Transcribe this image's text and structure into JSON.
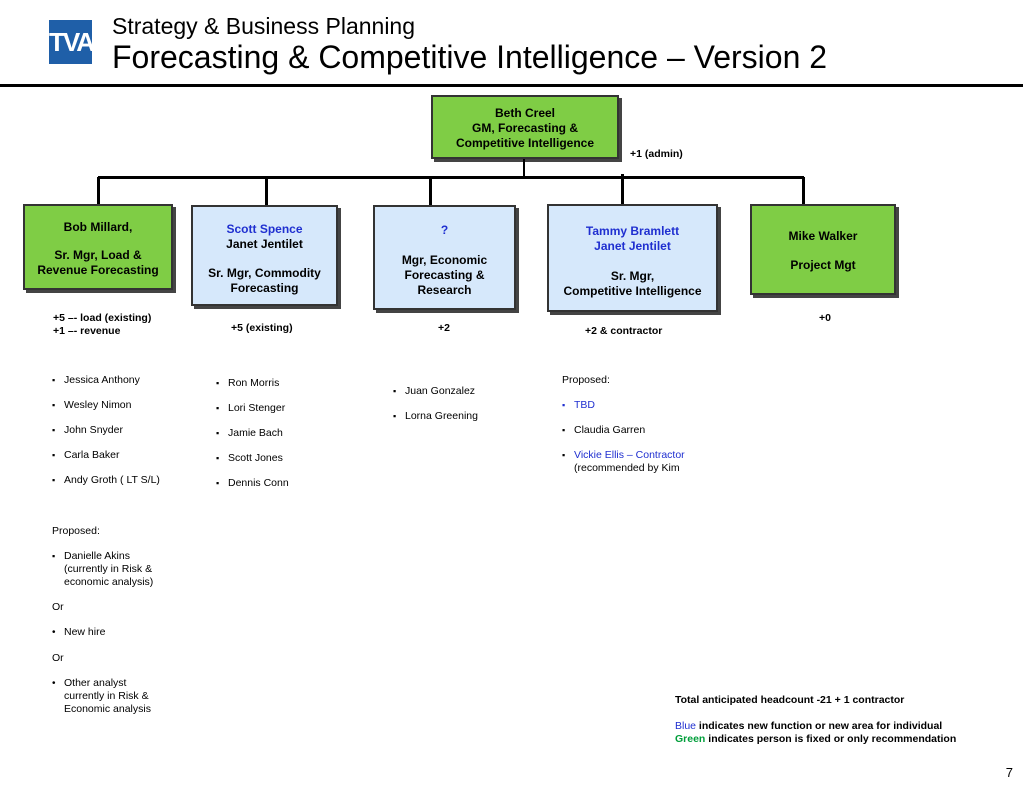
{
  "header": {
    "logo_text": "TVA",
    "title_line1": "Strategy & Business Planning",
    "title_line2": "Forecasting & Competitive Intelligence – Version 2"
  },
  "top": {
    "name": "Beth Creel",
    "role_line1": "GM, Forecasting &",
    "role_line2": "Competitive Intelligence",
    "admin_note": "+1 (admin)"
  },
  "boxes": [
    {
      "line1": "Bob Millard,",
      "line2": "Sr. Mgr, Load &",
      "line3": "Revenue Forecasting"
    },
    {
      "blue_name": "Scott Spence",
      "line1": "Janet Jentilet",
      "line2": "Sr. Mgr, Commodity",
      "line3": "Forecasting"
    },
    {
      "blue_name": "?",
      "line1": "Mgr, Economic",
      "line2": "Forecasting &",
      "line3": "Research"
    },
    {
      "blue_name1": "Tammy Bramlett",
      "blue_name2": "Janet Jentilet",
      "line1": "Sr. Mgr,",
      "line2": "Competitive Intelligence"
    },
    {
      "line1": "Mike Walker",
      "line2": "Project Mgt"
    }
  ],
  "counts": {
    "c1a": "+5 –- load (existing)",
    "c1b": "+1 –- revenue",
    "c2": "+5  (existing)",
    "c3": "+2",
    "c4": "+2  & contractor",
    "c5": "+0"
  },
  "lists": {
    "col1": [
      "Jessica Anthony",
      "Wesley Nimon",
      "John Snyder",
      "Carla Baker",
      "Andy Groth ( LT S/L)"
    ],
    "col1_proposed_label": "Proposed:",
    "col1_proposed": [
      "Danielle Akins",
      "(currently in Risk &",
      "economic analysis)"
    ],
    "col1_or1": "Or",
    "col1_newhire": "New hire",
    "col1_or2": "Or",
    "col1_other": [
      "Other analyst",
      "currently in Risk &",
      "Economic analysis"
    ],
    "col2": [
      "Ron Morris",
      "Lori Stenger",
      "Jamie Bach",
      "Scott Jones",
      "Dennis Conn"
    ],
    "col3": [
      "Juan Gonzalez",
      "Lorna Greening"
    ],
    "col4_label": "Proposed:",
    "col4_tbd": "TBD",
    "col4_claudia": "Claudia Garren",
    "col4_vickie": "Vickie Ellis – Contractor",
    "col4_vickie_note": "(recommended by Kim"
  },
  "footer": {
    "total": "Total  anticipated headcount -21 + 1 contractor",
    "blue_word": "Blue",
    "blue_rest": " indicates new function or new area for individual",
    "green_word": "Green",
    "green_rest": " indicates person is fixed or only recommendation",
    "page_number": "7"
  },
  "colors": {
    "green_box": "#7fcd45",
    "light_blue_box": "#d6e8fb",
    "blue_text": "#1f2fd0",
    "logo_blue": "#1f5fa8"
  }
}
